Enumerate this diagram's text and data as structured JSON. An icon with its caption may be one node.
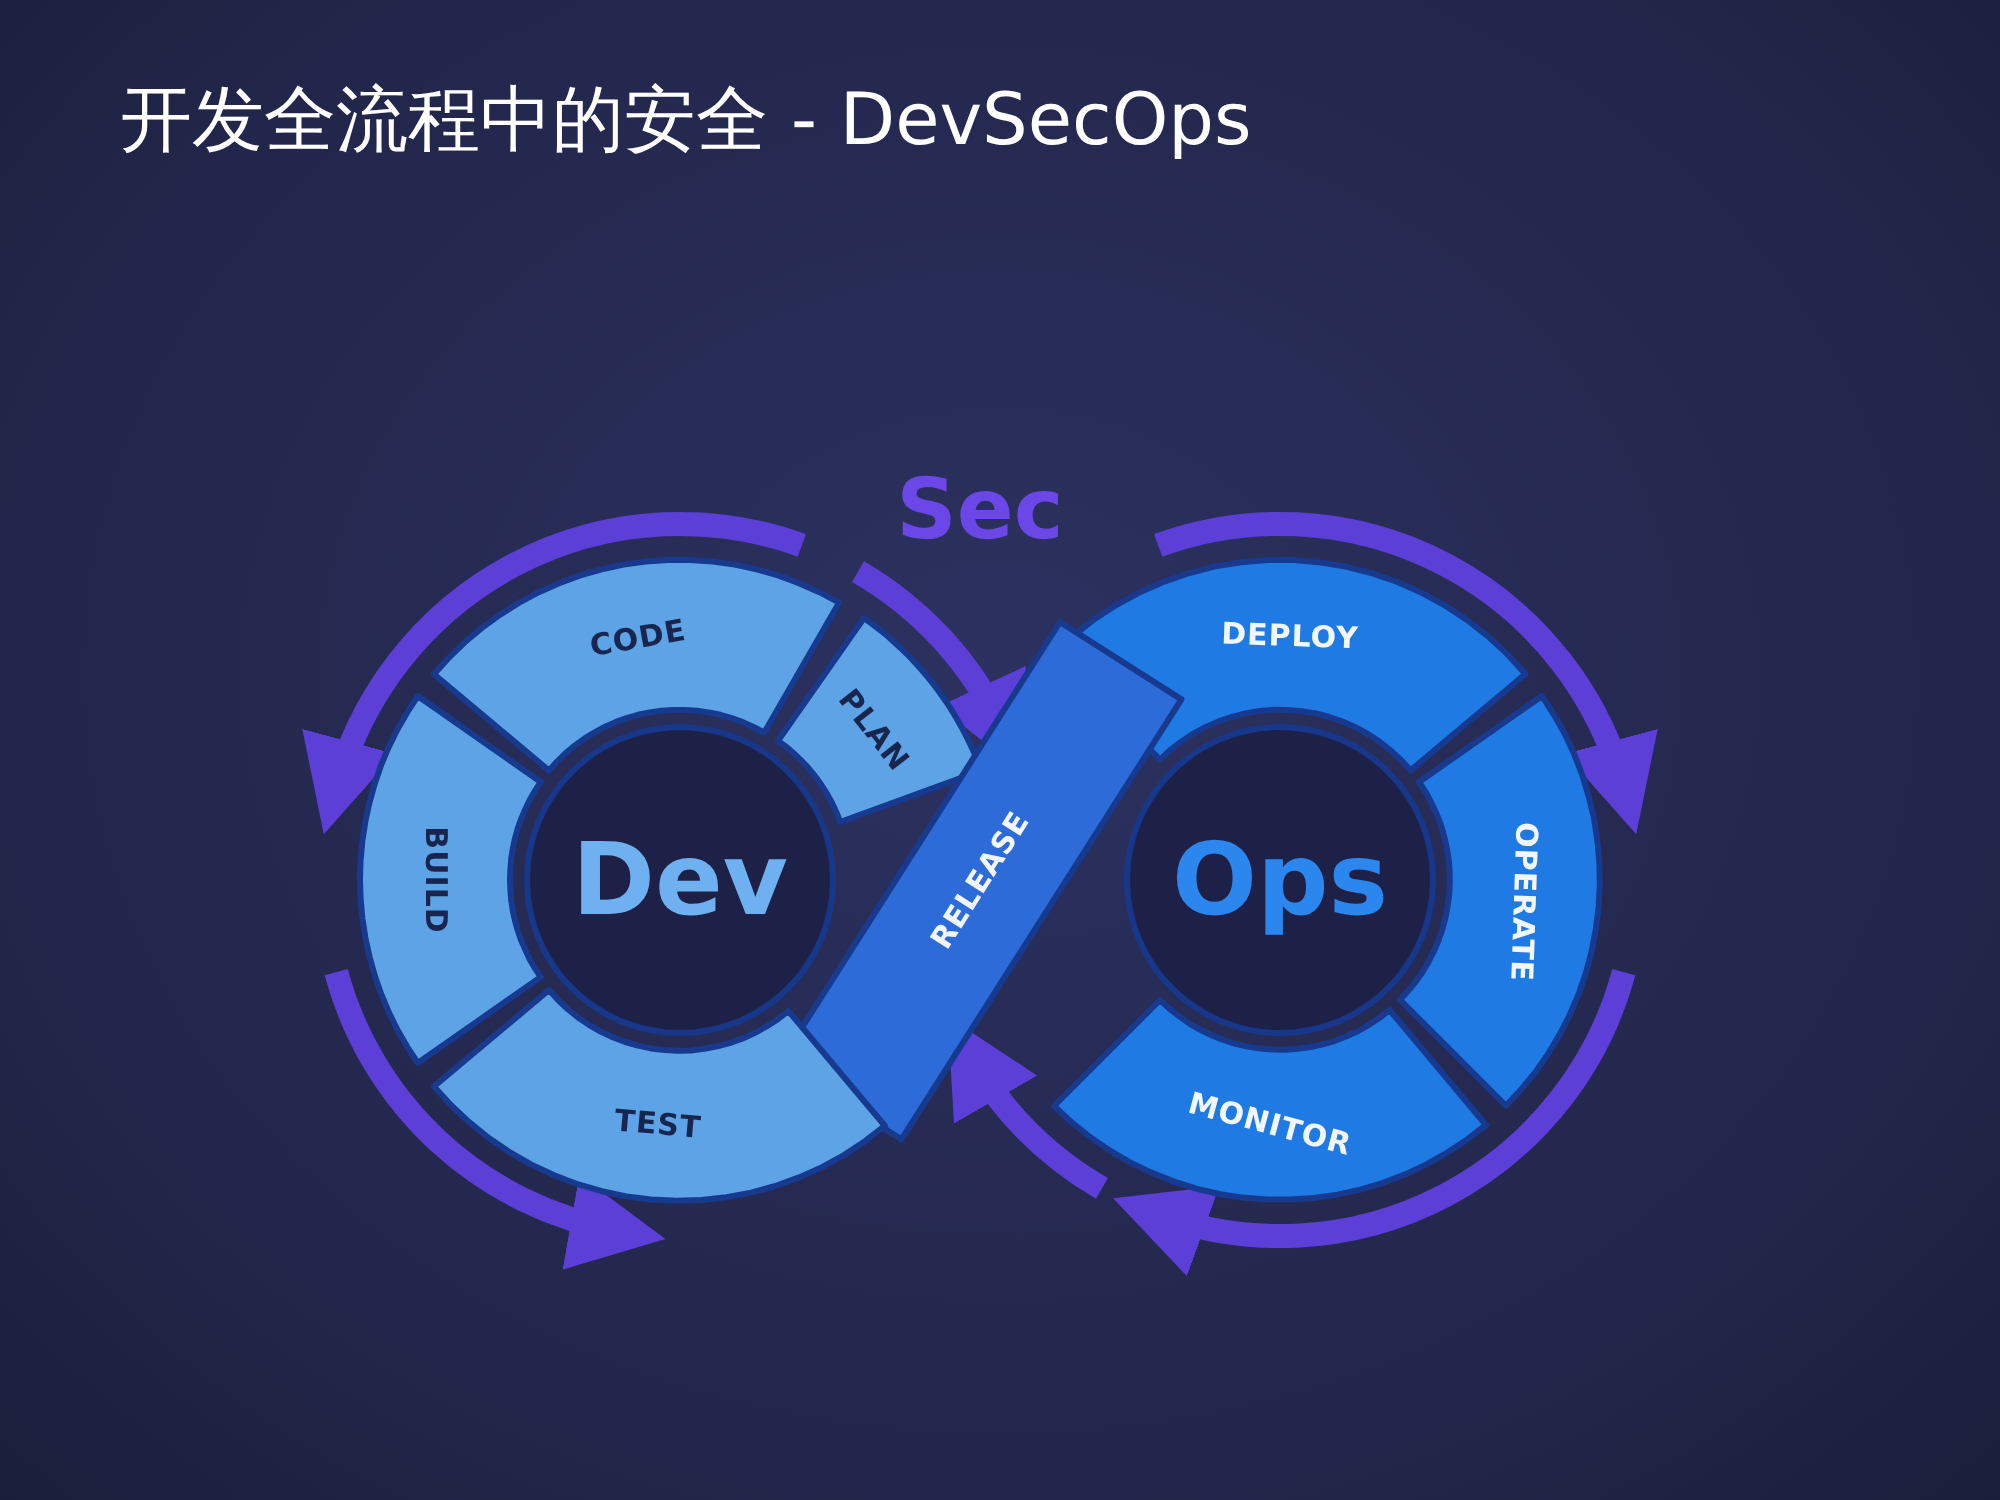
{
  "diagram": {
    "title": "开发全流程中的安全 - DevSecOps",
    "nodes": [
      {
        "text": [
          "CODE"
        ]
      },
      {
        "text": [
          "PLAN"
        ]
      },
      {
        "text": [
          "DEPLOY"
        ]
      },
      {
        "text": [
          "BUILD"
        ]
      },
      {
        "text": [
          "Dev"
        ]
      },
      {
        "text": [
          "RELEASE"
        ]
      },
      {
        "text": [
          "Ops"
        ]
      },
      {
        "text": [
          "OPERATE"
        ]
      },
      {
        "text": [
          "TEST"
        ]
      },
      {
        "text": [
          "MONITOR"
        ]
      }
    ],
    "labels": [
      "Sec"
    ]
  }
}
